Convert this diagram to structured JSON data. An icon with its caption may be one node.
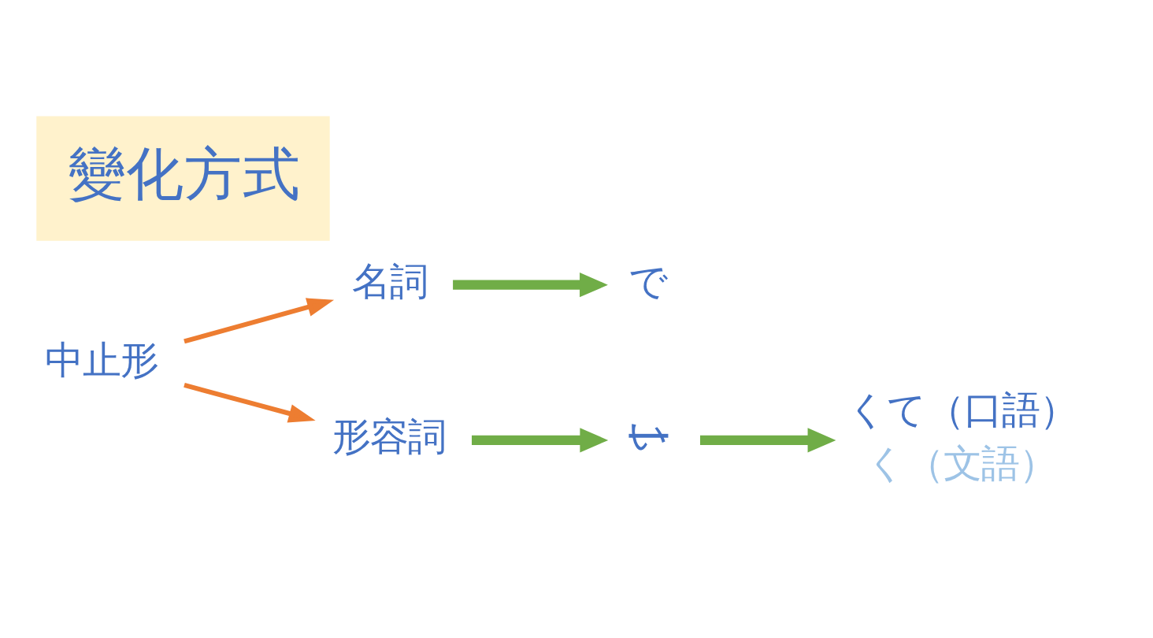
{
  "diagram": {
    "title": "變化方式",
    "nodes": [
      {
        "text": [
          "中止形"
        ]
      },
      {
        "text": [
          "名詞"
        ]
      },
      {
        "text": [
          "形容詞"
        ]
      },
      {
        "text": [
          "で"
        ]
      },
      {
        "text": [
          "い"
        ]
      },
      {
        "text": [
          "くて（口語）"
        ],
        "beside": [
          "く（文語）"
        ]
      }
    ],
    "edges": [
      {
        "from": 0,
        "to": 1,
        "arrow": "to",
        "color": "#ed7d31"
      },
      {
        "from": 0,
        "to": 2,
        "arrow": "to",
        "color": "#ed7d31"
      },
      {
        "from": 1,
        "to": 3,
        "arrow": "to"
      },
      {
        "from": 2,
        "to": 4,
        "arrow": "to"
      },
      {
        "from": 4,
        "to": 5,
        "arrow": "to"
      }
    ]
  }
}
